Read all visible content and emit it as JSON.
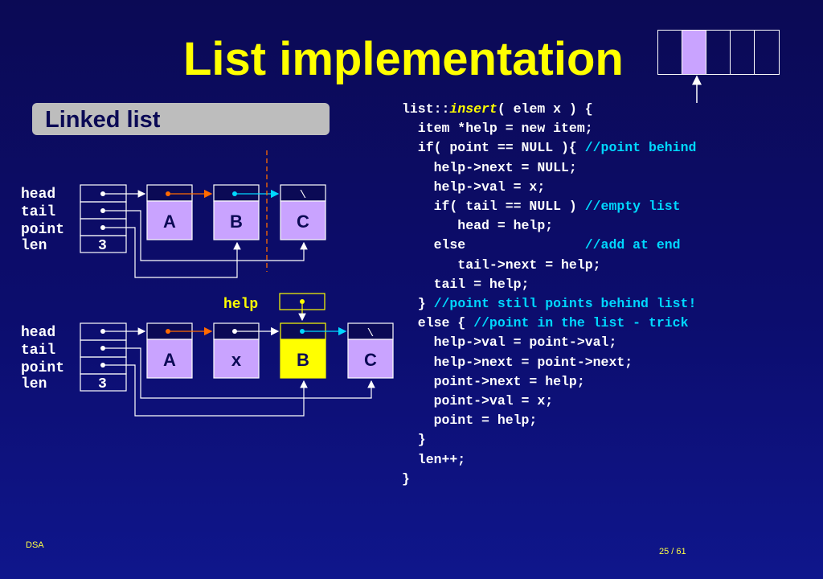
{
  "title": "List implementation",
  "section": "Linked list",
  "diagram1": {
    "labels": [
      "head",
      "tail",
      "point",
      "len"
    ],
    "len_value": "3",
    "nodes": [
      "A",
      "B",
      "C"
    ],
    "null_mark": "\\"
  },
  "diagram2": {
    "help_label": "help",
    "labels": [
      "head",
      "tail",
      "point",
      "len"
    ],
    "len_value": "3",
    "nodes": [
      "A",
      "x",
      "B",
      "C"
    ],
    "null_mark": "\\"
  },
  "code": [
    [
      {
        "t": "list::",
        "c": "plain"
      },
      {
        "t": "insert",
        "c": "kw"
      },
      {
        "t": "( elem x ) {",
        "c": "plain"
      }
    ],
    [
      {
        "t": "  item *help = new item;",
        "c": "plain"
      }
    ],
    [
      {
        "t": "  if( point == NULL ){ ",
        "c": "plain"
      },
      {
        "t": "//point behind",
        "c": "cm"
      }
    ],
    [
      {
        "t": "    help->next = NULL;",
        "c": "plain"
      }
    ],
    [
      {
        "t": "    help->val = x;",
        "c": "plain"
      }
    ],
    [
      {
        "t": "    if( tail == NULL ) ",
        "c": "plain"
      },
      {
        "t": "//empty list",
        "c": "cm"
      }
    ],
    [
      {
        "t": "       head = help;",
        "c": "plain"
      }
    ],
    [
      {
        "t": "    else               ",
        "c": "plain"
      },
      {
        "t": "//add at end",
        "c": "cm"
      }
    ],
    [
      {
        "t": "       tail->next = help;",
        "c": "plain"
      }
    ],
    [
      {
        "t": "    tail = help;",
        "c": "plain"
      }
    ],
    [
      {
        "t": "  } ",
        "c": "plain"
      },
      {
        "t": "//point still points behind list!",
        "c": "cm"
      }
    ],
    [
      {
        "t": "  else { ",
        "c": "plain"
      },
      {
        "t": "//point in the list - trick",
        "c": "cm"
      }
    ],
    [
      {
        "t": "    help->val = point->val;",
        "c": "plain"
      }
    ],
    [
      {
        "t": "    help->next = point->next;",
        "c": "plain"
      }
    ],
    [
      {
        "t": "    point->next = help;",
        "c": "plain"
      }
    ],
    [
      {
        "t": "    point->val = x;",
        "c": "plain"
      }
    ],
    [
      {
        "t": "    point = help;",
        "c": "plain"
      }
    ],
    [
      {
        "t": "  }",
        "c": "plain"
      }
    ],
    [
      {
        "t": "  len++;",
        "c": "plain"
      }
    ],
    [
      {
        "t": "}",
        "c": "plain"
      }
    ]
  ],
  "footer": {
    "left": "DSA",
    "right": "25 / 61"
  },
  "colors": {
    "node_fill": "#c9a3ff",
    "highlight_fill": "#ffff00",
    "title": "#ffff00",
    "orange_pointer": "#ff6a00",
    "cyan_pointer": "#00d8ff"
  }
}
